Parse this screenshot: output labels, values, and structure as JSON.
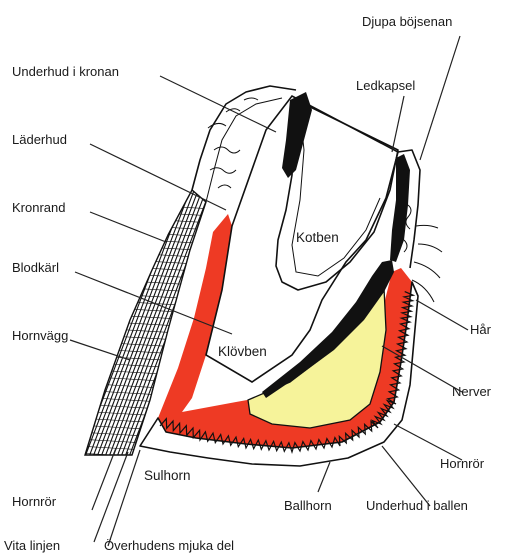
{
  "labels": {
    "djupa_bojsenan": "Djupa böjsenan",
    "underhud_i_kronan": "Underhud i kronan",
    "ledkapsel": "Ledkapsel",
    "laderhud": "Läderhud",
    "kronrand": "Kronrand",
    "kotben": "Kotben",
    "blodkarl": "Blodkärl",
    "hornvagg": "Hornvägg",
    "har": "Hår",
    "klovben": "Klövben",
    "nerver": "Nerver",
    "hornror_right": "Hornrör",
    "sulhorn": "Sulhorn",
    "hornror_left": "Hornrör",
    "ballhorn": "Ballhorn",
    "underhud_i_ballen": "Underhud i ballen",
    "vita_linjen": "Vita linjen",
    "overhudens_mjuka_del": "Överhudens mjuka del"
  },
  "colors": {
    "dermis_red": "#ee3a24",
    "cushion_yellow": "#f6f39a",
    "tendon_black": "#111111",
    "outline": "#111111"
  }
}
